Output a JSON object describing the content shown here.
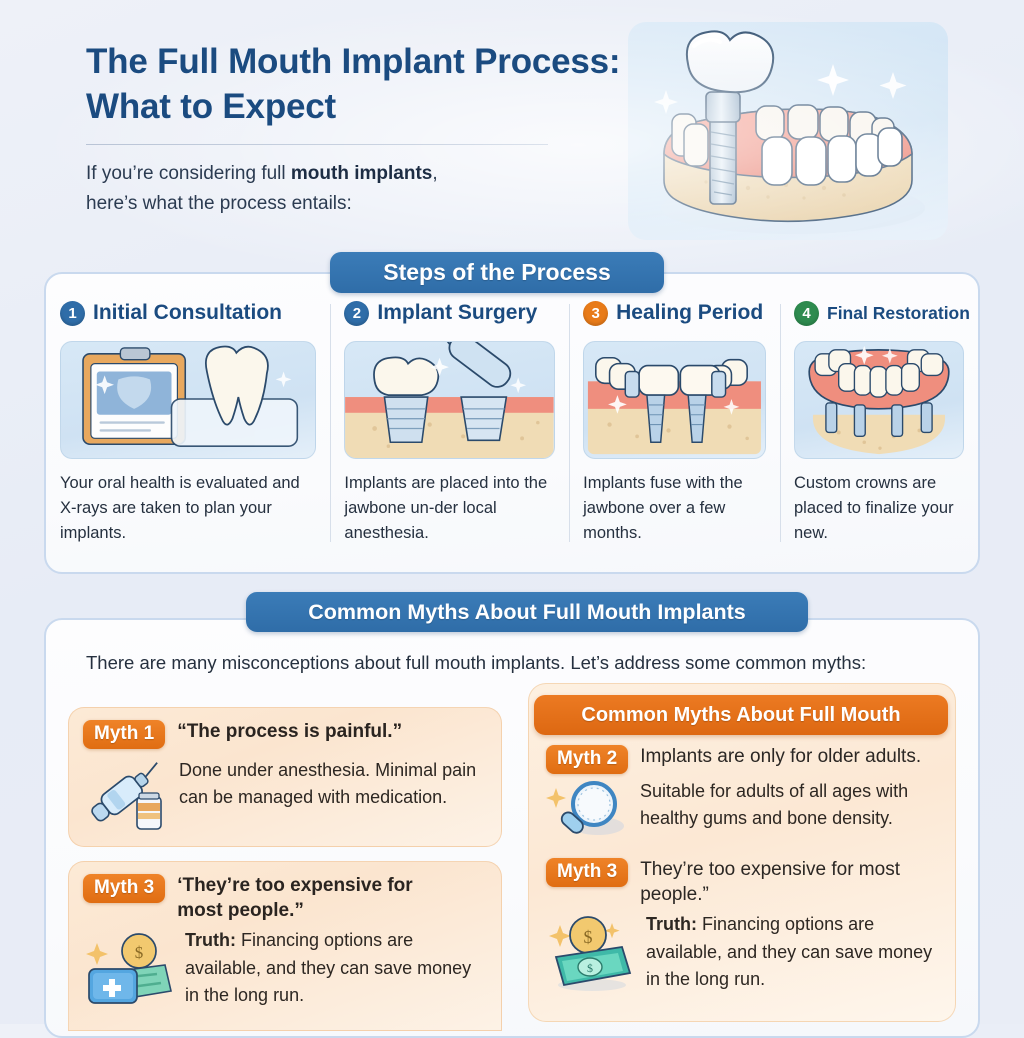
{
  "header": {
    "title_line1": "The Full Mouth Implant Process:",
    "title_line2": "What to Expect",
    "subtitle_prefix": "If you’re considering full ",
    "subtitle_bold": "mouth implants",
    "subtitle_suffix": ",",
    "subtitle_line2": "here’s what the process entails:",
    "hero_icon": "dental-implant-jaw-illustration"
  },
  "steps_section": {
    "ribbon_label": "Steps of the Process",
    "steps": [
      {
        "number": "1",
        "title": "Initial Consultation",
        "number_color": "#2f6da8",
        "description": "Your oral health is evaluated and X-rays are taken to plan your implants.",
        "image_name": "clipboard-xray-tooth-illustration"
      },
      {
        "number": "2",
        "title": "Implant Surgery",
        "number_color": "#2f6da8",
        "description": "Implants are placed into the jawbone un-der local anesthesia.",
        "image_name": "implant-placement-tool-illustration"
      },
      {
        "number": "3",
        "title": "Healing Period",
        "number_color": "#e87b19",
        "description": "Implants fuse with the jawbone over a few months.",
        "image_name": "osseointegration-jaw-illustration"
      },
      {
        "number": "4",
        "title": "Final Restoration",
        "number_color": "#2e8b4f",
        "description": "Custom crowns are placed to finalize your new.",
        "image_name": "full-arch-denture-illustration"
      }
    ]
  },
  "myths_section": {
    "ribbon_label": "Common Myths About Full Mouth Implants",
    "intro": "There are many misconceptions about full mouth implants. Let’s address some common myths:",
    "left_cards": [
      {
        "badge": "Myth 1",
        "claim": "“The process is painful.”",
        "claim_bold": true,
        "body": "Done under anesthesia. Minimal pain can be managed with medication.",
        "icon_name": "syringe-vial-icon"
      },
      {
        "badge": "Myth 3",
        "claim": "‘They’re too expensive for most people.”",
        "claim_bold": true,
        "body_lead": "Truth:",
        "body": " Financing options are available, and they can save money in the long run.",
        "icon_name": "money-card-coin-icon"
      }
    ],
    "right_panel": {
      "ribbon_label": "Common Myths About Full Mouth",
      "cards": [
        {
          "badge": "Myth 2",
          "claim": "Implants are only for older adults.",
          "claim_bold": false,
          "body": "Suitable for adults of all ages with healthy gums and bone density.",
          "icon_name": "magnifying-glass-icon"
        },
        {
          "badge": "Myth 3",
          "claim": "They’re too expensive for most people.”",
          "claim_bold": false,
          "body_lead": "Truth:",
          "body": " Financing options are available, and they can save money in the long run.",
          "icon_name": "cash-coin-icon"
        }
      ]
    }
  },
  "colors": {
    "background": "#e8ecf5",
    "title_blue": "#1b4b80",
    "ribbon_blue": "#2f6da8",
    "accent_orange": "#e06d12",
    "accent_green": "#2e8b4f",
    "card_peach": "#fbe5cf"
  }
}
